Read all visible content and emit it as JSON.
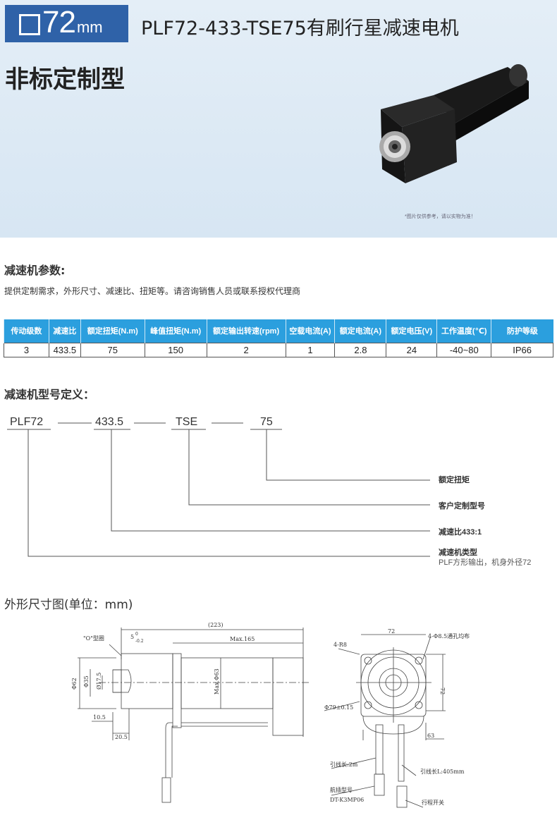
{
  "header": {
    "size_number": "72",
    "size_unit": "mm",
    "title": "PLF72-433-TSE75有刷行星减速电机",
    "subtitle": "非标定制型",
    "image_note": "*图片仅供参考，请以实物为准！"
  },
  "params": {
    "heading": "减速机参数:",
    "description": "提供定制需求，外形尺寸、减速比、扭矩等。请咨询销售人员或联系授权代理商",
    "columns": [
      "传动级数",
      "减速比",
      "额定扭矩(N.m)",
      "峰值扭矩(N.m)",
      "额定输出转速(rpm)",
      "空载电流(A)",
      "额定电流(A)",
      "额定电压(V)",
      "工作温度(℃)",
      "防护等级"
    ],
    "rows": [
      [
        "3",
        "433.5",
        "75",
        "150",
        "2",
        "1",
        "2.8",
        "24",
        "-40~80",
        "IP66"
      ]
    ]
  },
  "model": {
    "heading": "减速机型号定义：",
    "parts": [
      "PLF72",
      "433.5",
      "TSE",
      "75"
    ],
    "definitions": [
      {
        "label": "额定扭矩"
      },
      {
        "label": "客户定制型号"
      },
      {
        "label": "减速比433:1"
      },
      {
        "label": "减速机类型",
        "sub": "PLF方形输出，机身外径72"
      }
    ]
  },
  "drawing": {
    "heading": "外形尺寸图(单位：mm)",
    "side": {
      "overall": "(223)",
      "max_len": "Max.165",
      "o_ring": "\"O\"型圈",
      "flange": "5",
      "tol_up": "0",
      "tol_down": "-0.2",
      "d62": "Φ62",
      "d35": "Φ35",
      "d175": "Ø17.5",
      "max_d": "Max.Φ63",
      "d105": "10.5",
      "d205": "20.5"
    },
    "front": {
      "width": "72",
      "holes": "4-Φ8.5通孔均布",
      "r8": "4-R8",
      "height": "72",
      "pcd": "Φ79±0.15",
      "offset": "63",
      "lead1": "引线长:2m",
      "lead2": "引线长L:405mm",
      "conn_label": "航插型号",
      "conn_model": "DT-K3MP06",
      "switch": "行程开关"
    }
  }
}
